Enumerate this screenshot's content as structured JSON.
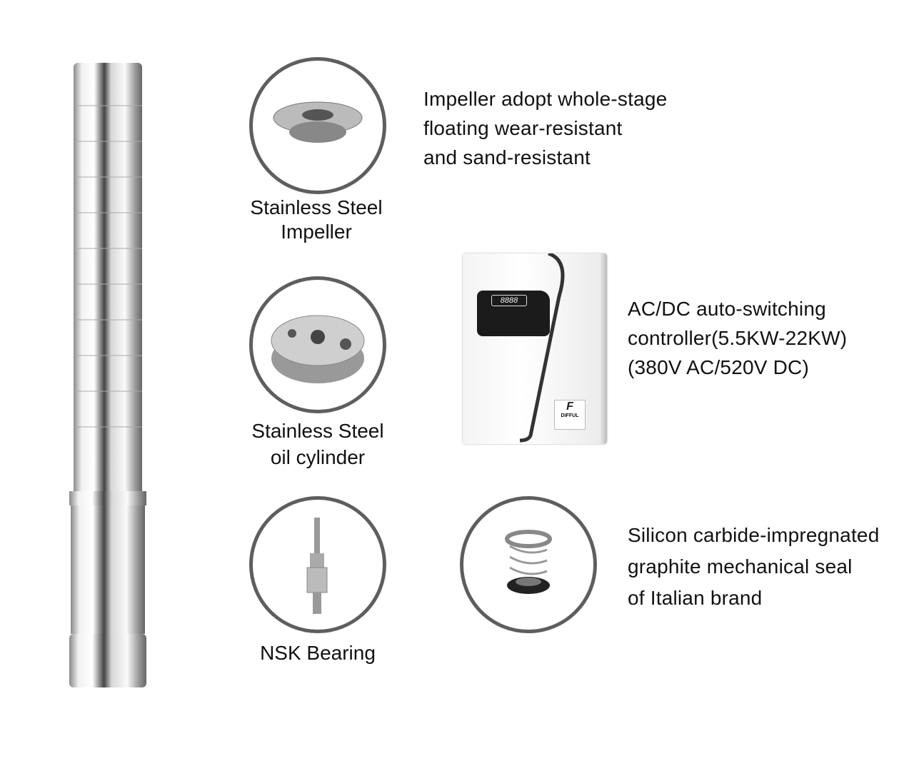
{
  "features": {
    "impeller": {
      "caption_line1": "Stainless Steel",
      "caption_line2": "Impeller",
      "desc": [
        "Impeller adopt whole-stage",
        "floating wear-resistant",
        "and sand-resistant"
      ]
    },
    "cylinder": {
      "caption_line1": "Stainless Steel",
      "caption_line2": "oil cylinder"
    },
    "bearing": {
      "caption": "NSK Bearing"
    },
    "controller": {
      "desc": [
        "AC/DC auto-switching",
        "controller(5.5KW-22KW)",
        "(380V AC/520V DC)"
      ],
      "display": "8888",
      "brand": "DIFFUL"
    },
    "seal": {
      "desc": [
        "Silicon carbide-impregnated",
        "graphite mechanical seal",
        "of Italian brand"
      ]
    }
  },
  "colors": {
    "ring": "#5e5e5e",
    "steel": "#c8c8c8"
  }
}
